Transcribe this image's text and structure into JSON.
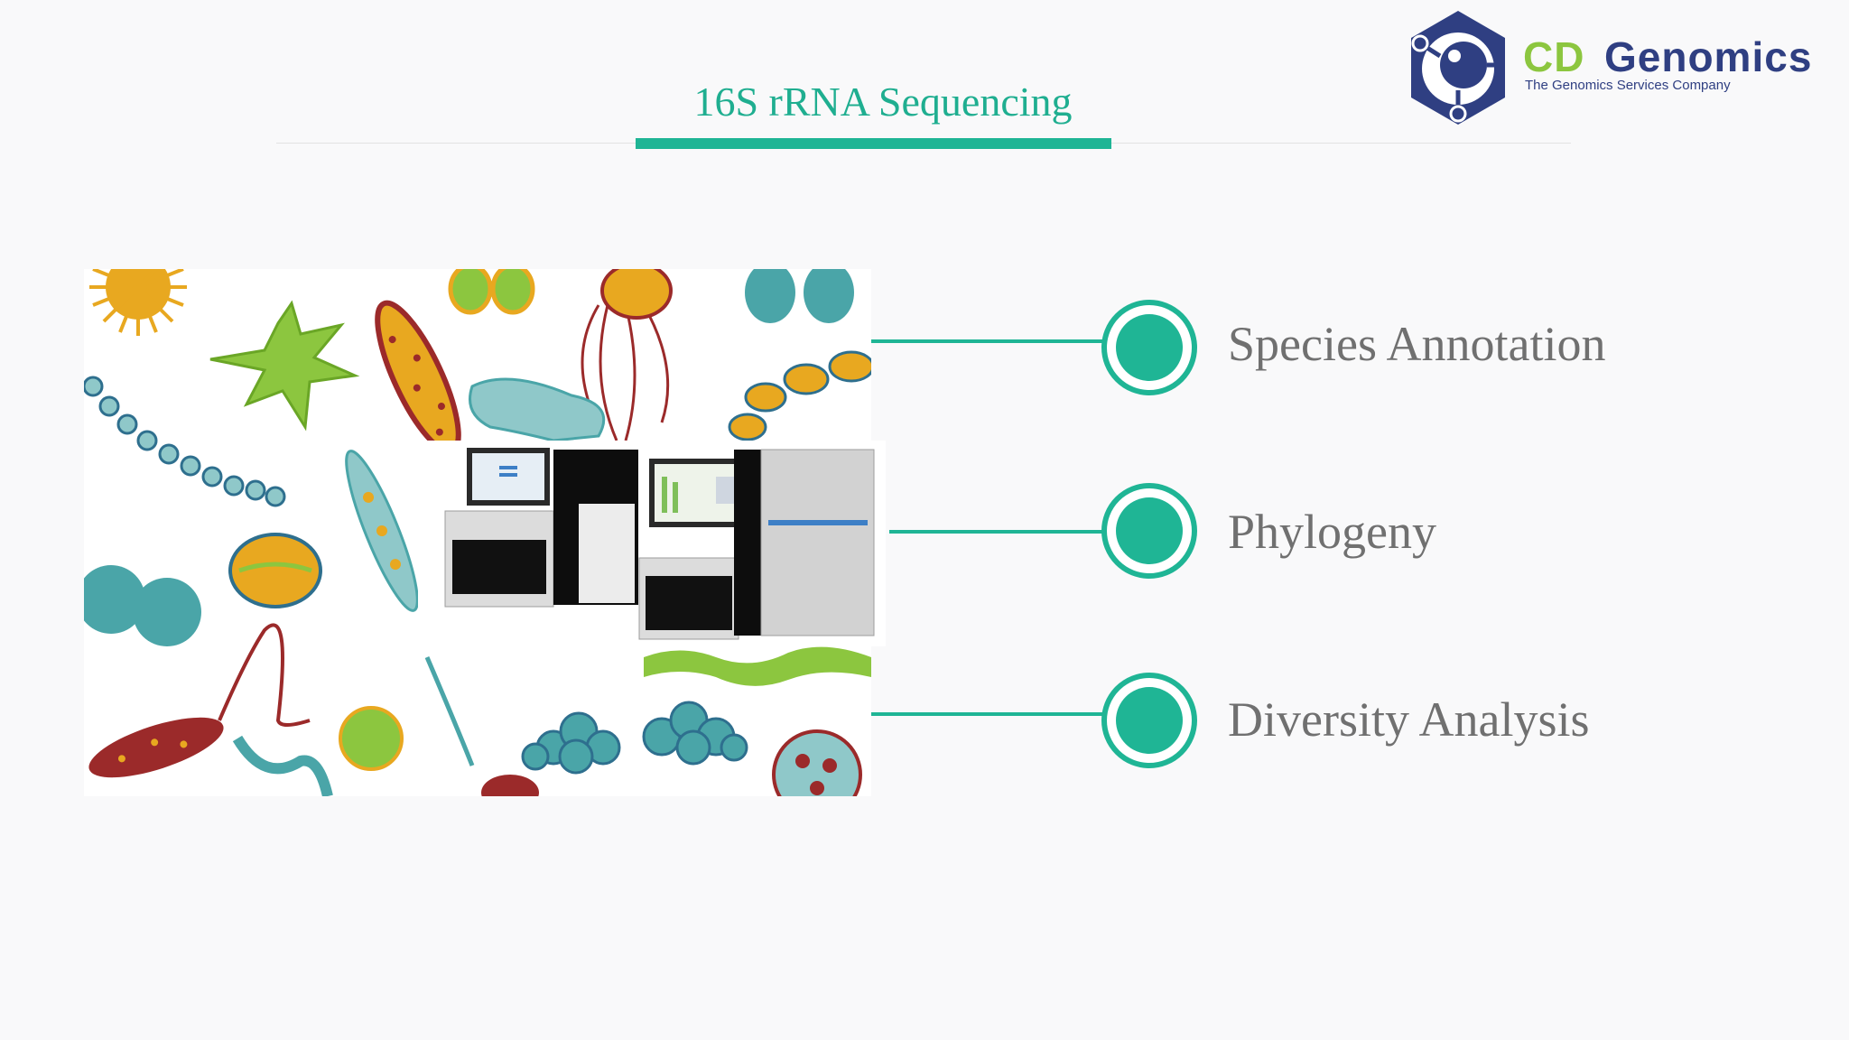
{
  "slide": {
    "title": "16S rRNA Sequencing"
  },
  "logo": {
    "brand_first": "CD",
    "brand_second": "Genomics",
    "tagline": "The Genomics Services Company",
    "icon": "hexagon-molecule-icon"
  },
  "features": [
    {
      "label": "Species Annotation",
      "icon": "teal-circle-node-icon"
    },
    {
      "label": "Phylogeny",
      "icon": "teal-circle-node-icon"
    },
    {
      "label": "Diversity Analysis",
      "icon": "teal-circle-node-icon"
    }
  ],
  "images": {
    "illustration": "microbes-illustration",
    "photo": "sequencing-machines-photo"
  },
  "colors": {
    "accent": "#1fb595",
    "title": "#1fae90",
    "label": "#707070",
    "logo_green": "#8cc63f",
    "logo_navy": "#2f3f82"
  }
}
